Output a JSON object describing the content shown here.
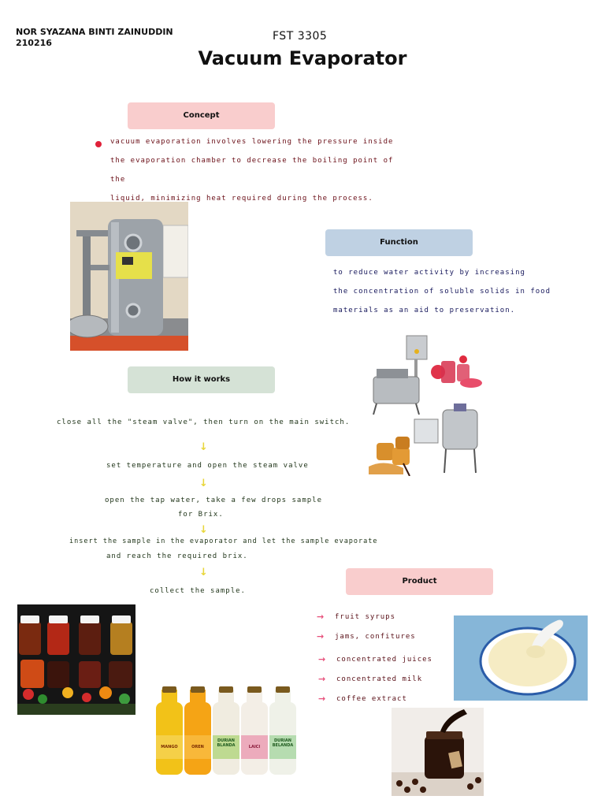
{
  "header": {
    "author_name": "NOR SYAZANA BINTI ZAINUDDIN",
    "author_id": "210216",
    "course": "FST 3305",
    "title": "Vacuum Evaporator"
  },
  "concept": {
    "label": "Concept",
    "lines": [
      "vacuum evaporation involves lowering the pressure inside",
      "the evaporation chamber to decrease the boiling point of the",
      "liquid, minimizing heat required during the process."
    ]
  },
  "function": {
    "label": "Function",
    "lines": [
      "to reduce water activity by increasing",
      "the concentration of soluble solids in food",
      "materials as an aid to preservation."
    ]
  },
  "how_it_works": {
    "label": "How it works",
    "steps": [
      "close all the \"steam valve\", then turn on the main switch.",
      "set temperature and open the steam valve",
      "open the tap water, take a few drops sample",
      "for Brix.",
      "insert the sample in the evaporator and let the sample evaporate",
      "and reach the required brix.",
      "collect the sample."
    ]
  },
  "product": {
    "label": "Product",
    "items": [
      "fruit syrups",
      "jams, confitures",
      "concentrated juices",
      "concentrated milk",
      "coffee extract"
    ]
  },
  "bottle_labels": [
    "MANGO",
    "OREN",
    "DURIAN BLANDA",
    "LAICI",
    "DURIAN BELANDA"
  ],
  "colors": {
    "pink": "#f9cdcd",
    "blue": "#bfd1e3",
    "green": "#d5e2d6",
    "bullet": "#e0213a",
    "arrow_yellow": "#e8d63a",
    "arrow_pink": "#e7507b"
  }
}
